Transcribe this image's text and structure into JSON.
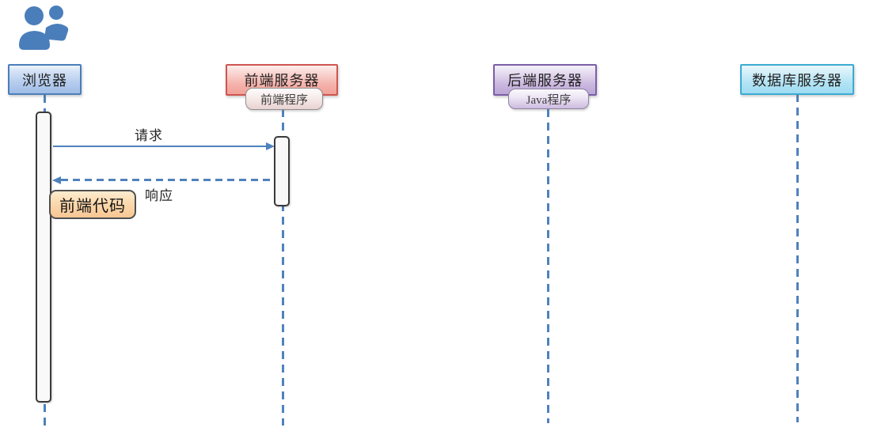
{
  "diagram": {
    "type": "sequence-diagram",
    "actors": [
      {
        "label": "浏览器",
        "program": "",
        "accent": "#4a7ebb"
      },
      {
        "label": "前端服务器",
        "program": "前端程序",
        "accent": "#cf5550"
      },
      {
        "label": "后端服务器",
        "program": "Java程序",
        "accent": "#7b5ea7"
      },
      {
        "label": "数据库服务器",
        "program": "",
        "accent": "#3aabd2"
      }
    ],
    "messages": [
      {
        "label": "请求",
        "from": "浏览器",
        "to": "前端服务器",
        "line": "solid"
      },
      {
        "label": "响应",
        "from": "前端服务器",
        "to": "浏览器",
        "line": "dashed"
      }
    ],
    "note": {
      "label": "前端代码",
      "fill": "#f9c694",
      "border": "#4f4f4f"
    },
    "colors": {
      "lifeline": "#4f81bd",
      "arrow": "#4f81bd",
      "activation_fill": "#f9f9f9",
      "activation_border": "#3a3a3a",
      "people_icon": "#4a7ebb"
    }
  }
}
